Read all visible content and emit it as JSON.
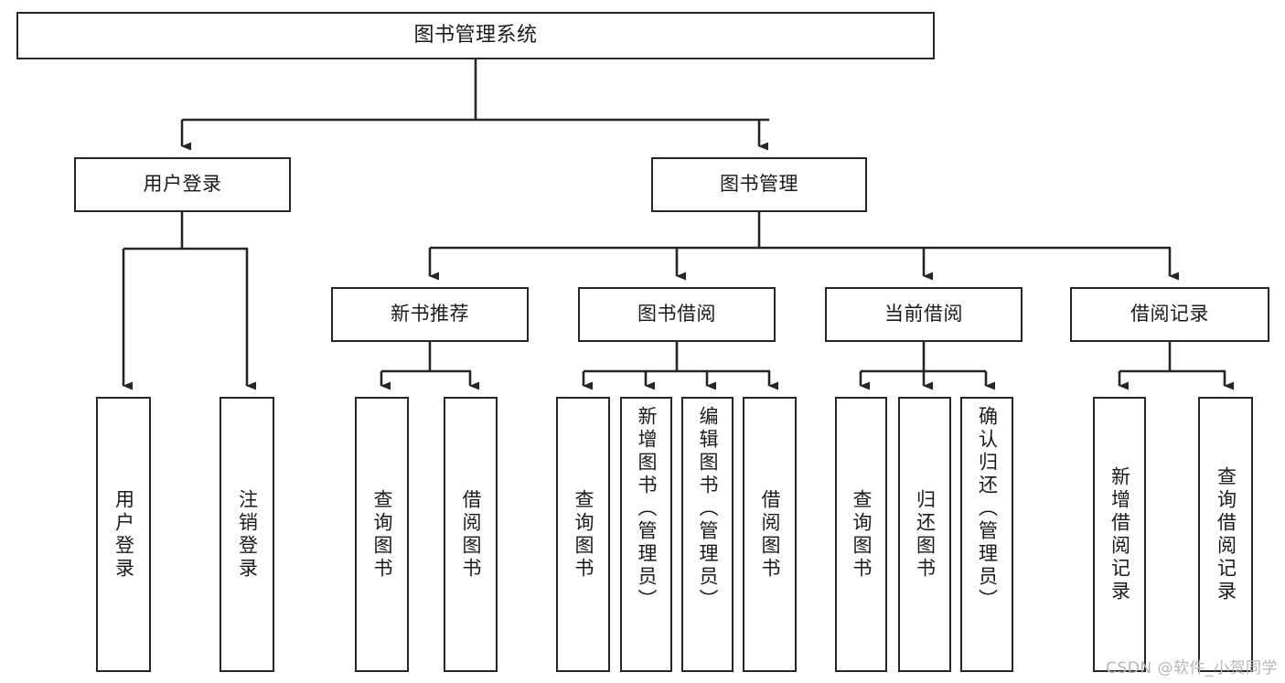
{
  "diagram": {
    "type": "tree-hierarchy-chart",
    "title": "图书管理系统",
    "colors": {
      "box_border": "#262626",
      "box_fill": "#ffffff",
      "edge": "#262626",
      "text": "#1a1a1a",
      "watermark": "#b6b6b6",
      "background": "#ffffff"
    },
    "root": {
      "label": "图书管理系统"
    },
    "level1": [
      {
        "label": "用户登录"
      },
      {
        "label": "图书管理"
      }
    ],
    "level2": [
      {
        "label": "新书推荐"
      },
      {
        "label": "图书借阅"
      },
      {
        "label": "当前借阅"
      },
      {
        "label": "借阅记录"
      }
    ],
    "leaves": {
      "user_login": [
        {
          "label": "用户登录"
        },
        {
          "label": "注销登录"
        }
      ],
      "new_book_recommend": [
        {
          "label": "查询图书"
        },
        {
          "label": "借阅图书"
        }
      ],
      "book_borrow": [
        {
          "label": "查询图书"
        },
        {
          "label": "新增图书（管理员）"
        },
        {
          "label": "编辑图书（管理员）"
        },
        {
          "label": "借阅图书"
        }
      ],
      "current_borrow": [
        {
          "label": "查询图书"
        },
        {
          "label": "归还图书"
        },
        {
          "label": "确认归还（管理员）"
        }
      ],
      "borrow_record": [
        {
          "label": "新增借阅记录"
        },
        {
          "label": "查询借阅记录"
        }
      ]
    }
  },
  "watermark": {
    "text": "CSDN @软件_小贺同学"
  }
}
